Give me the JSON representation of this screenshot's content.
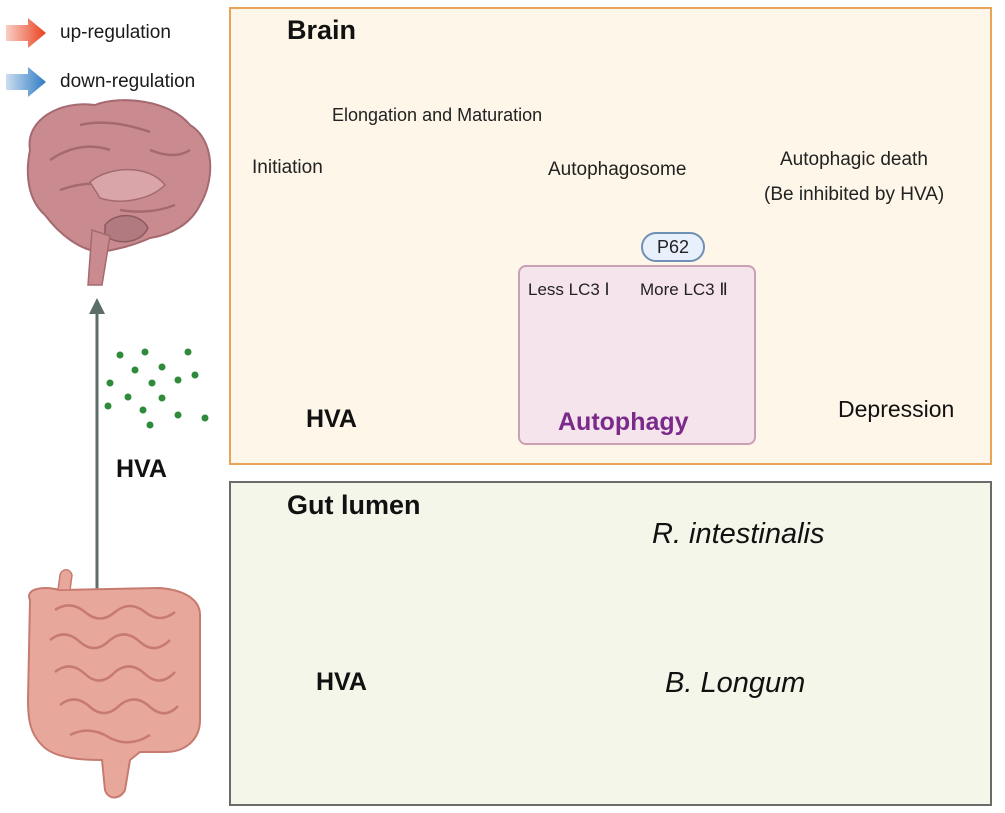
{
  "legend": {
    "up_label": "up-regulation",
    "down_label": "down-regulation",
    "up_color": "#e8401c",
    "down_color": "#2e7bc4"
  },
  "left_column": {
    "hva_label": "HVA"
  },
  "brain_panel": {
    "title": "Brain",
    "initiation_label": "Initiation",
    "elongation_label": "Elongation and Maturation",
    "autophagosome_label": "Autophagosome",
    "death_label": "Autophagic death",
    "death_note": "(Be inhibited by HVA)",
    "p62_label": "P62",
    "less_lc3": "Less LC3 Ⅰ",
    "more_lc3": "More LC3 Ⅱ",
    "autophagy_label": "Autophagy",
    "hva_label": "HVA",
    "depression_label": "Depression"
  },
  "gut_panel": {
    "title": "Gut lumen",
    "hva_label": "HVA",
    "bacterium_top": "R. intestinalis",
    "bacterium_bottom": "B. Longum"
  },
  "icons": [
    "brain-icon",
    "intestine-icon",
    "phagophore-icon",
    "autophagosome-icon",
    "autophagic-death-icon",
    "balance-scale-icon",
    "depressed-brain-icon",
    "bacteria-icon",
    "epithelium-icon"
  ]
}
